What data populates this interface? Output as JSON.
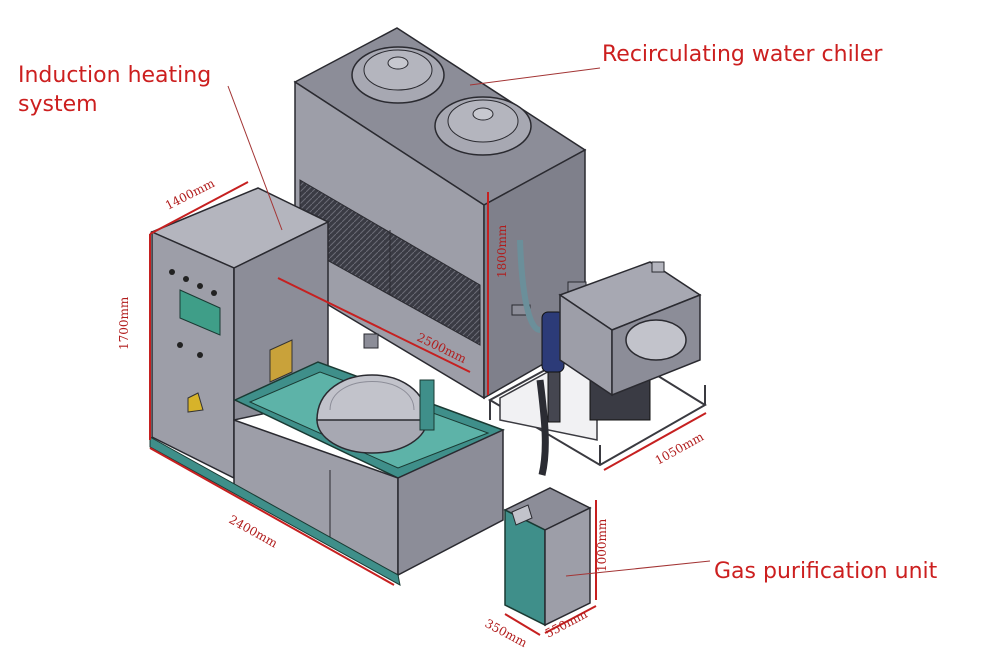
{
  "labels": {
    "induction_line1": "Induction heating",
    "induction_line2": "system",
    "chiller": "Recirculating water chiler",
    "gas": "Gas purification unit"
  },
  "dimensions": {
    "width_1400": "1400mm",
    "height_1700": "1700mm",
    "length_2400": "2400mm",
    "depth_1050": "1050mm",
    "gas_height": "1000mm",
    "gas_width": "350mm",
    "gas_depth": "550mm",
    "chiller_height": "1800mm",
    "chiller_depth": "2500mm"
  },
  "colors": {
    "annotation": "#cc1f1f",
    "dimension": "#b11c1c",
    "housing": "#9d9ea8",
    "housing_dark": "#7f808b",
    "teal": "#3f8f8a",
    "teal_light": "#5db3a8",
    "frame": "#e8e8ea"
  }
}
